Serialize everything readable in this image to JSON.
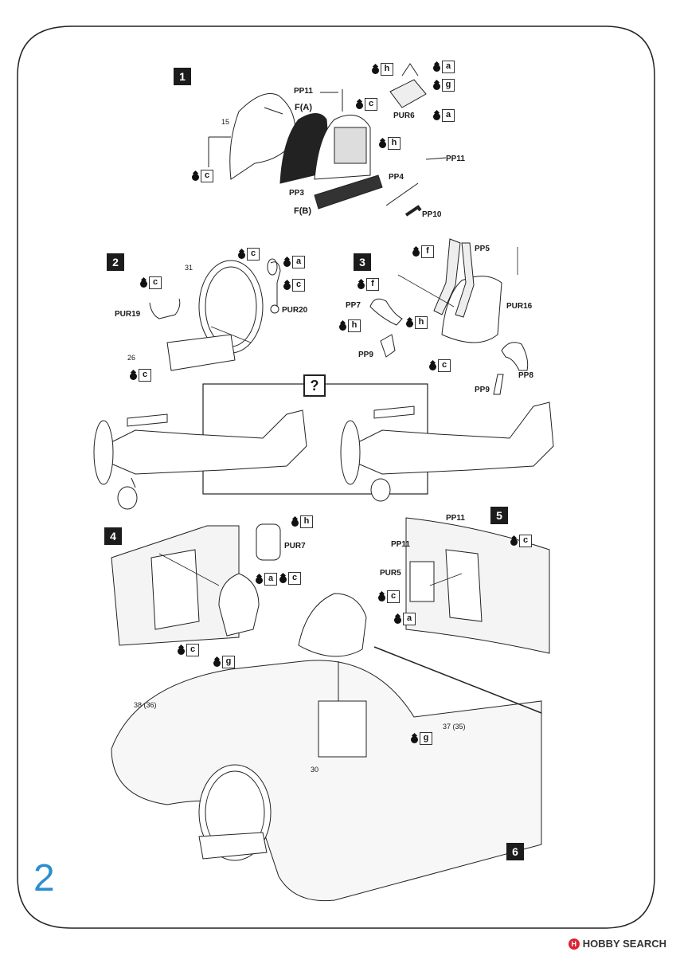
{
  "page_number": "2",
  "watermark": "HOBBY SEARCH",
  "question_mark": "?",
  "steps": {
    "s1": "1",
    "s2": "2",
    "s3": "3",
    "s4": "4",
    "s5": "5",
    "s6": "6"
  },
  "labels": {
    "pp11_a": "PP11",
    "fa": "F(A)",
    "n15": "15",
    "pur6": "PUR6",
    "pp11_b": "PP11",
    "pp4": "PP4",
    "pp3": "PP3",
    "fb": "F(B)",
    "pp10": "PP10",
    "n31": "31",
    "pur19": "PUR19",
    "pur20": "PUR20",
    "n26": "26",
    "pp5": "PP5",
    "pp7": "PP7",
    "pur16": "PUR16",
    "pp9_a": "PP9",
    "pp8": "PP8",
    "pp9_b": "PP9",
    "pur7": "PUR7",
    "pp11_c": "PP11",
    "pp11_d": "PP11",
    "pur5": "PUR5",
    "n38": "38 (36)",
    "n37": "37 (35)",
    "n30": "30"
  },
  "paints": {
    "p1_h": "h",
    "p1_a": "a",
    "p1_g": "g",
    "p1_c": "c",
    "p1_a2": "a",
    "p1_h2": "h",
    "p1_c2": "c",
    "p2_c": "c",
    "p2_a": "a",
    "p2_c2": "c",
    "p2_c3": "c",
    "p2_c4": "c",
    "p3_f": "f",
    "p3_f2": "f",
    "p3_h": "h",
    "p3_h2": "h",
    "p3_c": "c",
    "p4_h": "h",
    "p4_a": "a",
    "p4_c": "c",
    "p4_c2": "c",
    "p5_c": "c",
    "p5_c2": "c",
    "p5_a": "a",
    "p6_g": "g",
    "p6_g2": "g"
  }
}
